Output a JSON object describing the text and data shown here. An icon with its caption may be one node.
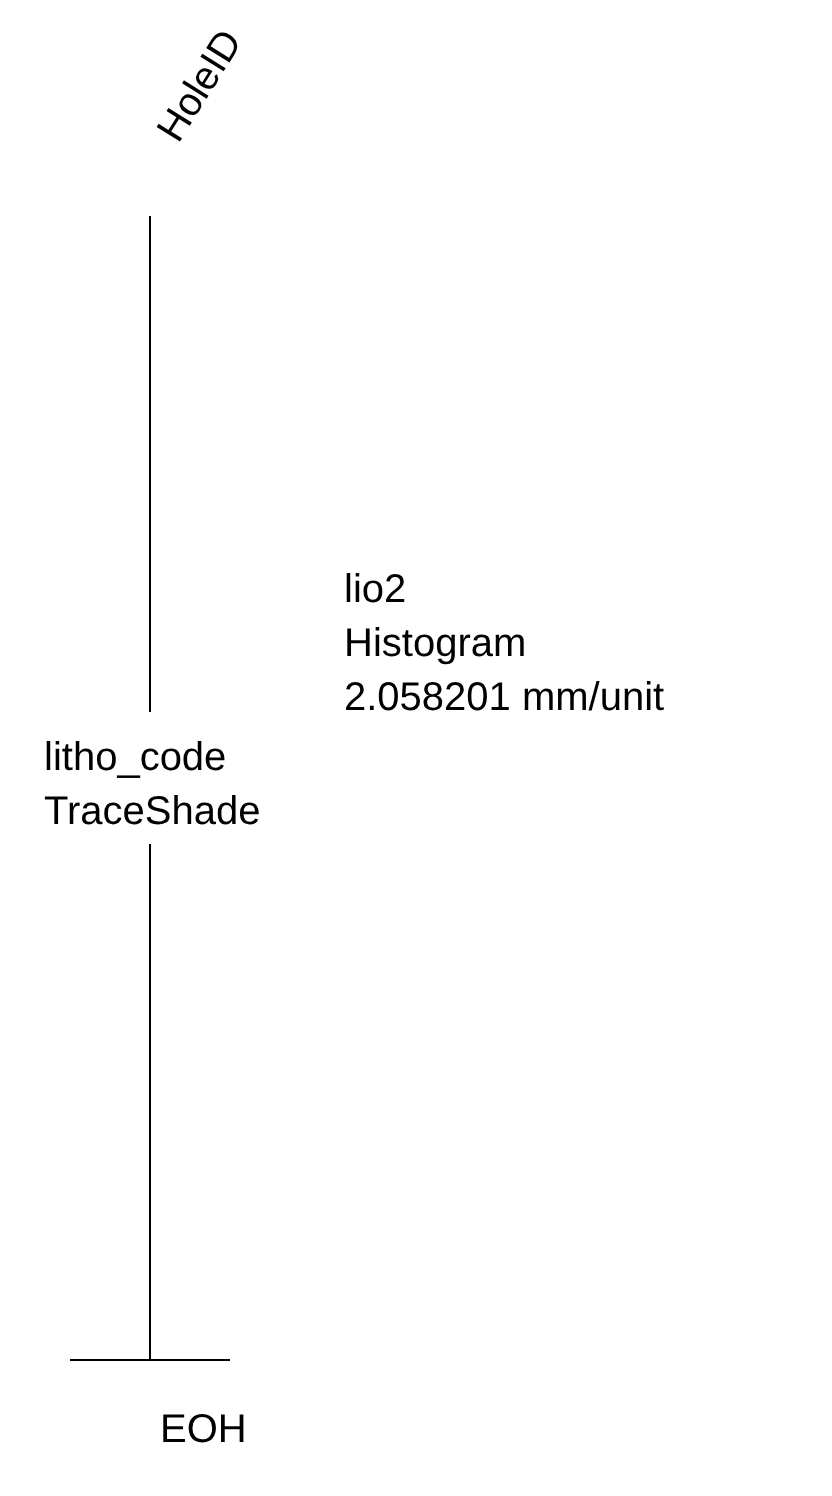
{
  "diagram": {
    "labels": [
      "HoleID",
      "lio2",
      "Histogram",
      "2.058201 mm/unit",
      "litho_code",
      "TraceShade",
      "EOH"
    ]
  }
}
